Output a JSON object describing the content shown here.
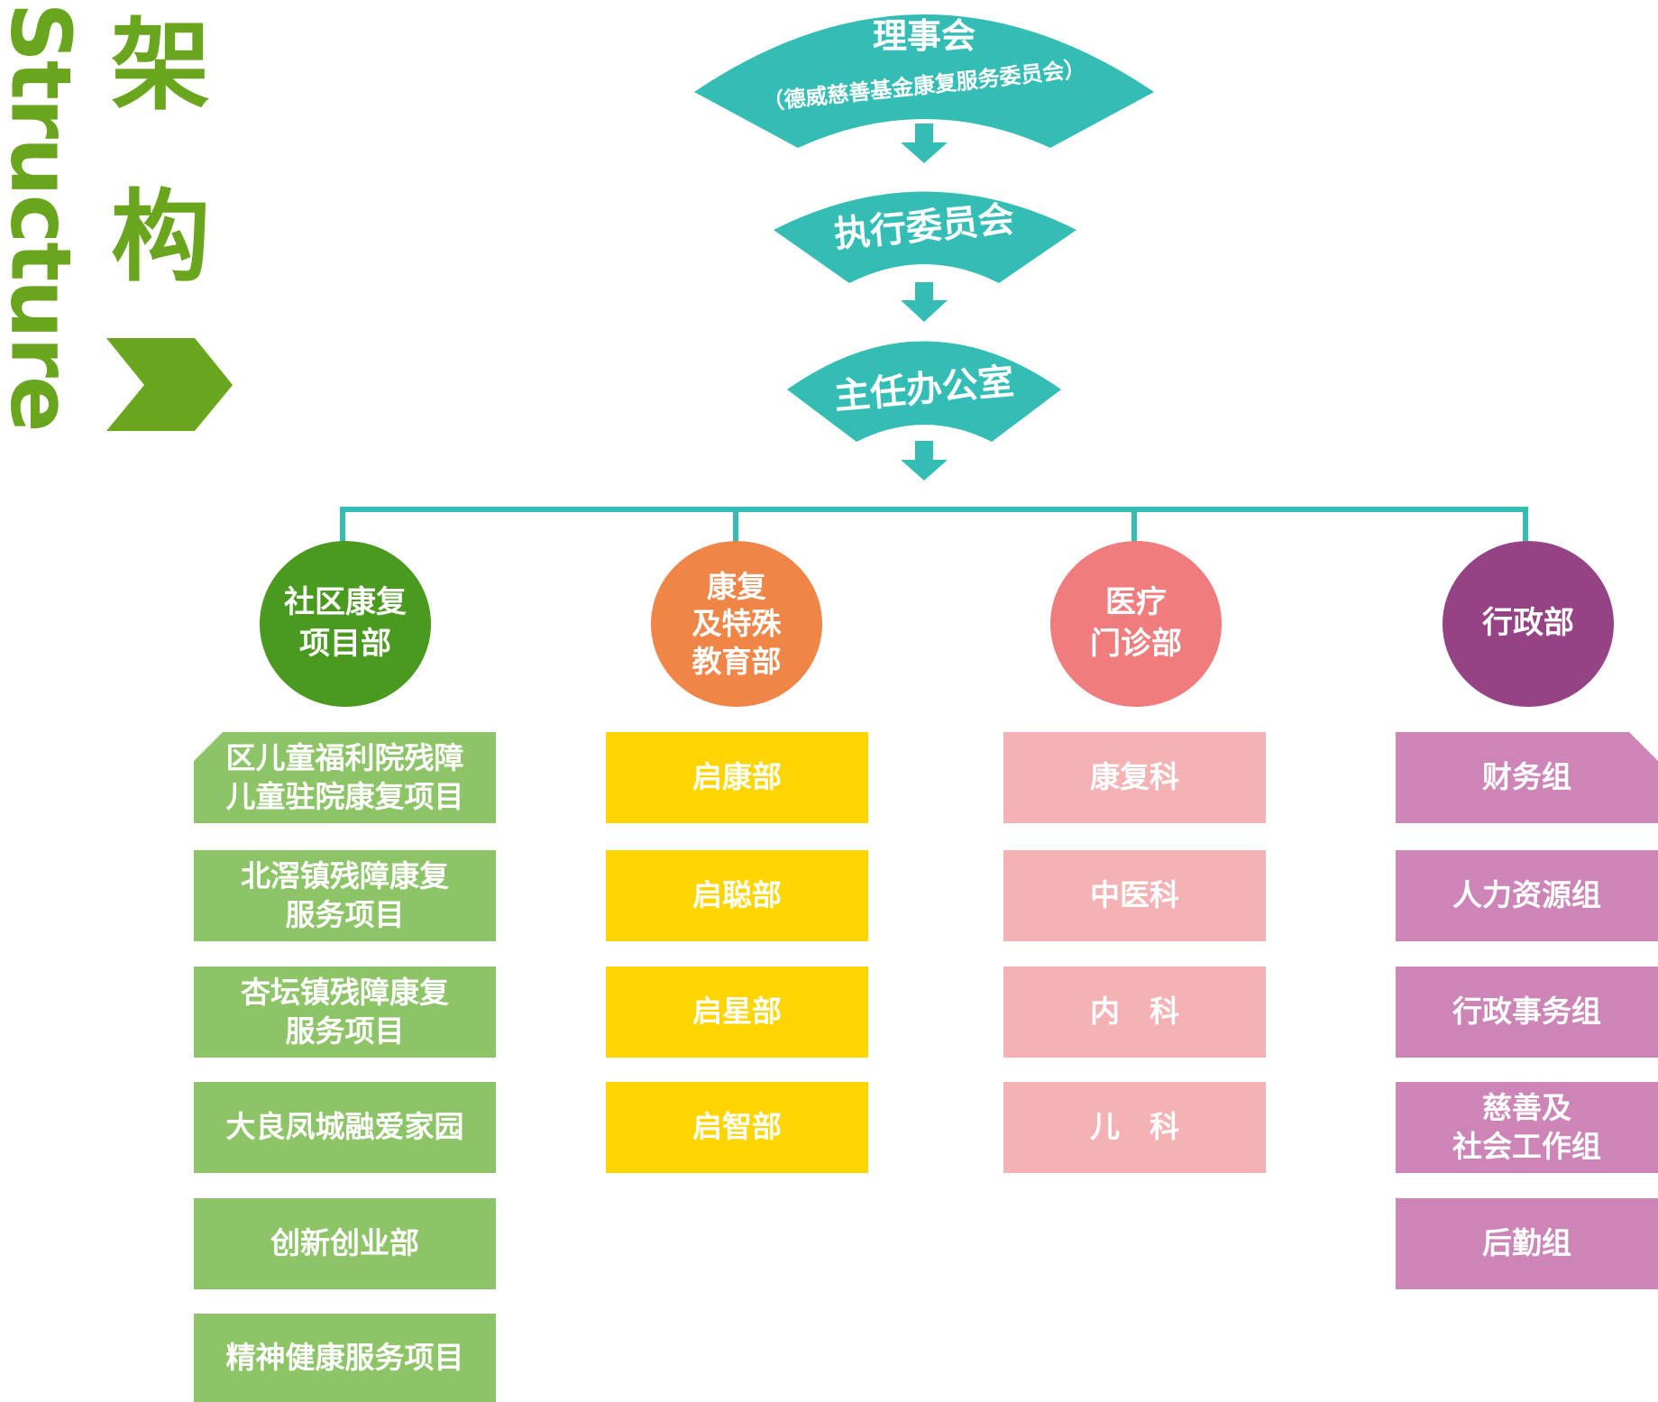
{
  "title": {
    "en": "Structure",
    "cn_chars": [
      "架",
      "构"
    ],
    "green": "#6aa51e"
  },
  "hierarchy": {
    "top": {
      "label": "理事会",
      "sublabel": "（德威慈善基金康复服务委员会）"
    },
    "second": {
      "label": "执行委员会"
    },
    "third": {
      "label": "主任办公室"
    },
    "teal": "#33bdb5"
  },
  "departments": [
    {
      "label": "社区康复\n项目部",
      "color": "#4a9a20",
      "box_color": "#8dc467",
      "units": [
        "区儿童福利院残障\n儿童驻院康复项目",
        "北滘镇残障康复\n服务项目",
        "杏坛镇残障康复\n服务项目",
        "大良凤城融爱家园",
        "创新创业部",
        "精神健康服务项目"
      ]
    },
    {
      "label": "康复\n及特殊\n教育部",
      "color": "#ef8546",
      "box_color": "#ffd500",
      "units": [
        "启康部",
        "启聪部",
        "启星部",
        "启智部"
      ]
    },
    {
      "label": "医疗\n门诊部",
      "color": "#f07c7d",
      "box_color": "#f4b2b4",
      "units": [
        "康复科",
        "中医科",
        "内　科",
        "儿　科"
      ]
    },
    {
      "label": "行政部",
      "color": "#954385",
      "box_color": "#cd84b7",
      "units": [
        "财务组",
        "人力资源组",
        "行政事务组",
        "慈善及\n社会工作组",
        "后勤组"
      ]
    }
  ]
}
